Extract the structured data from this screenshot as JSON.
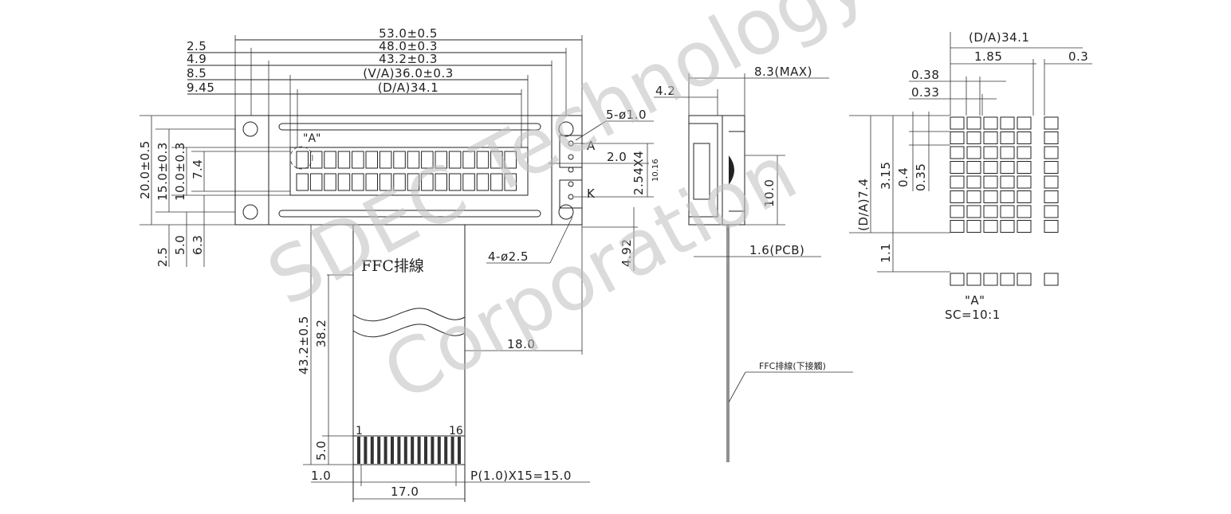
{
  "front_view": {
    "horizontal_dims": [
      "53.0±0.5",
      "48.0±0.3",
      "43.2±0.3",
      "(V/A)36.0±0.3",
      "(D/A)34.1"
    ],
    "left_offsets": [
      "2.5",
      "4.9",
      "8.5",
      "9.45"
    ],
    "vertical_dims": [
      "20.0±0.5",
      "15.0±0.3",
      "10.0±0.3",
      "7.4"
    ],
    "bottom_dims": [
      "2.5",
      "5.0",
      "6.3"
    ],
    "mark_a": "\"A\"",
    "hole5": "5-ø1.0",
    "hole4": "4-ø2.5",
    "pin_a": "A",
    "pin_k": "K",
    "dim_2_0": "2.0",
    "dim_2_54": "2.54X4",
    "dim_10_16": "10.16",
    "dim_4_92": "4.92"
  },
  "ffc": {
    "label": "FFC排線",
    "dim_43": "43.2±0.5",
    "dim_38": "38.2",
    "dim_18": "18.0",
    "dim_5": "5.0",
    "pin_first": "1",
    "pin_last": "16",
    "dim_1": "1.0",
    "pitch": "P(1.0)X15=15.0",
    "dim_17": "17.0"
  },
  "side_view": {
    "dim_4_2": "4.2",
    "dim_8_3": "8.3(MAX)",
    "dim_10": "10.0",
    "dim_1_6": "1.6(PCB)",
    "ffc_note": "FFC排線(下接觸)"
  },
  "detail": {
    "dim_da": "(D/A)34.1",
    "dim_1_85": "1.85",
    "dim_0_3": "0.3",
    "dim_0_38": "0.38",
    "dim_0_33": "0.33",
    "dim_da_74": "(D/A)7.4",
    "dim_3_15": "3.15",
    "dim_0_4": "0.4",
    "dim_0_35": "0.35",
    "dim_1_1": "1.1",
    "label": "\"A\"",
    "scale": "SC=10:1"
  },
  "watermark": {
    "line1": "SDEC Technology",
    "line2": "Corporation"
  }
}
